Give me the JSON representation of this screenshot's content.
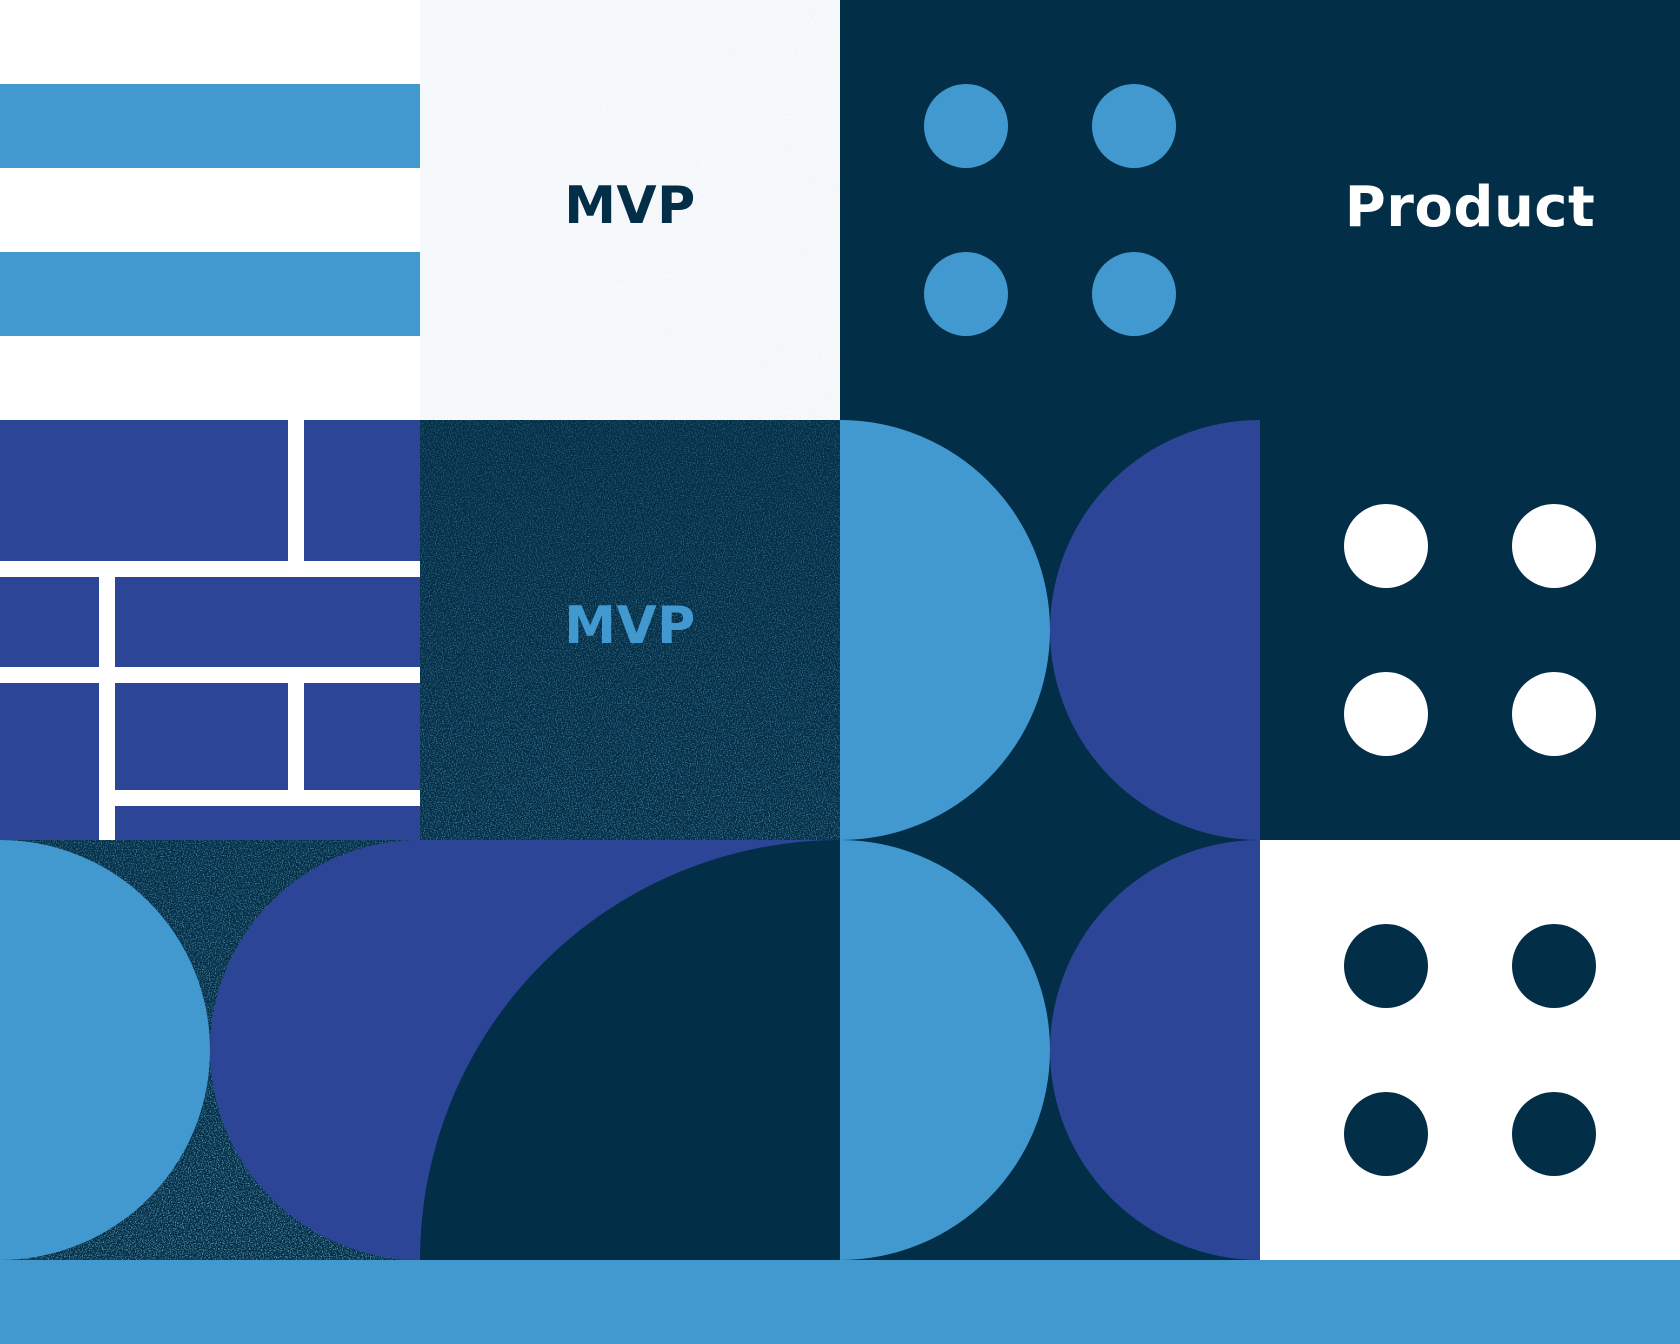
{
  "labels": {
    "mvp_top": "MVP",
    "mvp_middle": "MVP",
    "product": "Product"
  },
  "colors": {
    "navy": "#032e47",
    "sky_blue": "#4299d0",
    "indigo": "#2d4596",
    "white": "#ffffff",
    "speckle_light": "#dfeaf3"
  }
}
